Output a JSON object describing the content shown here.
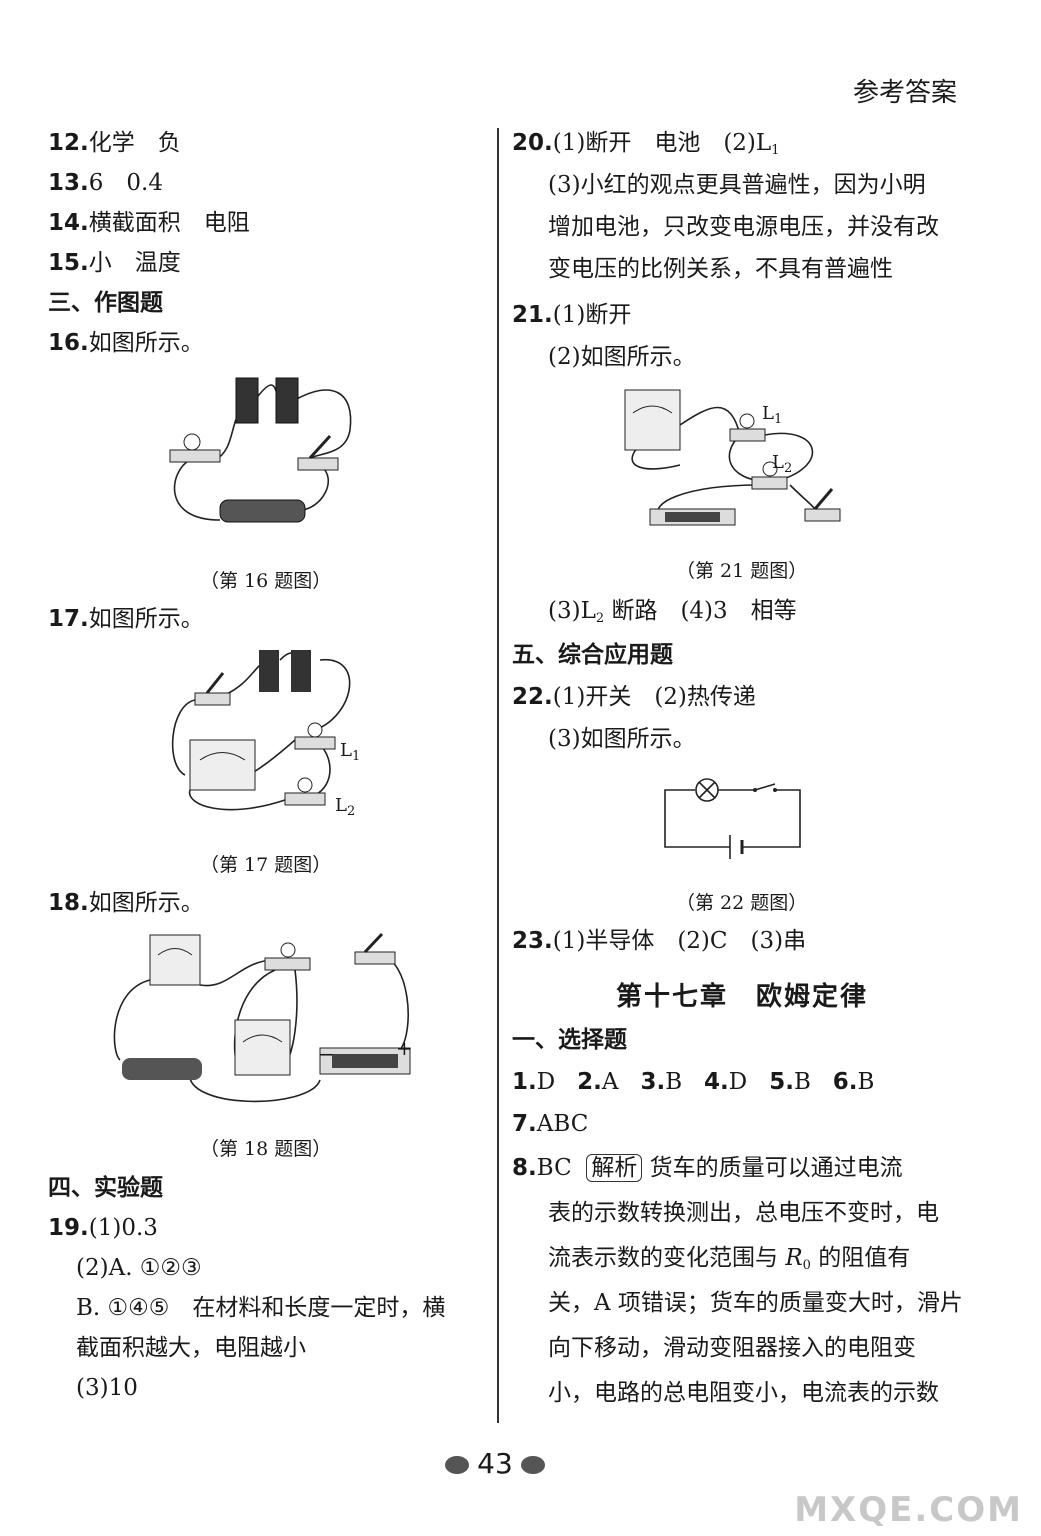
{
  "header": "参考答案",
  "left": {
    "q12": {
      "num": "12.",
      "text": "化学　负"
    },
    "q13": {
      "num": "13.",
      "text": "6　0.4"
    },
    "q14": {
      "num": "14.",
      "text": "横截面积　电阻"
    },
    "q15": {
      "num": "15.",
      "text": "小　温度"
    },
    "sec3": "三、作图题",
    "q16": {
      "num": "16.",
      "text": "如图所示。"
    },
    "cap16": "（第 16 题图）",
    "q17": {
      "num": "17.",
      "text": "如图所示。"
    },
    "fig17_l1": "L",
    "fig17_l1_sub": "1",
    "fig17_l2": "L",
    "fig17_l2_sub": "2",
    "cap17": "（第 17 题图）",
    "q18": {
      "num": "18.",
      "text": "如图所示。"
    },
    "fig18_minus": "−",
    "fig18_plus": "+",
    "cap18": "（第 18 题图）",
    "sec4": "四、实验题",
    "q19": {
      "num": "19.",
      "text": "(1)0.3"
    },
    "q19_2": "(2)A. ①②③",
    "q19_3": "B. ①④⑤　在材料和长度一定时，横",
    "q19_4": "截面积越大，电阻越小",
    "q19_5": "(3)10"
  },
  "right": {
    "q20": {
      "num": "20.",
      "text": "(1)断开　电池　(2)L",
      "sub": "1"
    },
    "q20_2": "(3)小红的观点更具普遍性，因为小明",
    "q20_3": "增加电池，只改变电源电压，并没有改",
    "q20_4": "变电压的比例关系，不具有普遍性",
    "q21": {
      "num": "21.",
      "text": "(1)断开"
    },
    "q21_2": "(2)如图所示。",
    "fig21_l1": "L",
    "fig21_l1_sub": "1",
    "fig21_l2": "L",
    "fig21_l2_sub": "2",
    "cap21": "（第 21 题图）",
    "q21_3a": "(3)L",
    "q21_3sub": "2",
    "q21_3b": " 断路　(4)3　相等",
    "sec5": "五、综合应用题",
    "q22": {
      "num": "22.",
      "text": "(1)开关　(2)热传递"
    },
    "q22_2": "(3)如图所示。",
    "cap22": "（第 22 题图）",
    "q23": {
      "num": "23.",
      "text": "(1)半导体　(2)C　(3)串"
    },
    "chapter": "第十七章　欧姆定律",
    "sec1": "一、选择题",
    "mc": [
      {
        "num": "1.",
        "ans": "D"
      },
      {
        "num": "2.",
        "ans": "A"
      },
      {
        "num": "3.",
        "ans": "B"
      },
      {
        "num": "4.",
        "ans": "D"
      },
      {
        "num": "5.",
        "ans": "B"
      },
      {
        "num": "6.",
        "ans": "B"
      }
    ],
    "q7": {
      "num": "7.",
      "text": "ABC"
    },
    "q8": {
      "num": "8.",
      "ans": "BC",
      "tag": "解析",
      "text": "货车的质量可以通过电流"
    },
    "q8_2": "表的示数转换测出，总电压不变时，电",
    "q8_3a": "流表示数的变化范围与 ",
    "q8_3R": "R",
    "q8_3sub": "0",
    "q8_3b": " 的阻值有",
    "q8_4": "关，A 项错误；货车的质量变大时，滑片",
    "q8_5": "向下移动，滑动变阻器接入的电阻变",
    "q8_6": "小，电路的总电阻变小，电流表的示数"
  },
  "page_number": "43",
  "watermark": "MXQE.COM"
}
